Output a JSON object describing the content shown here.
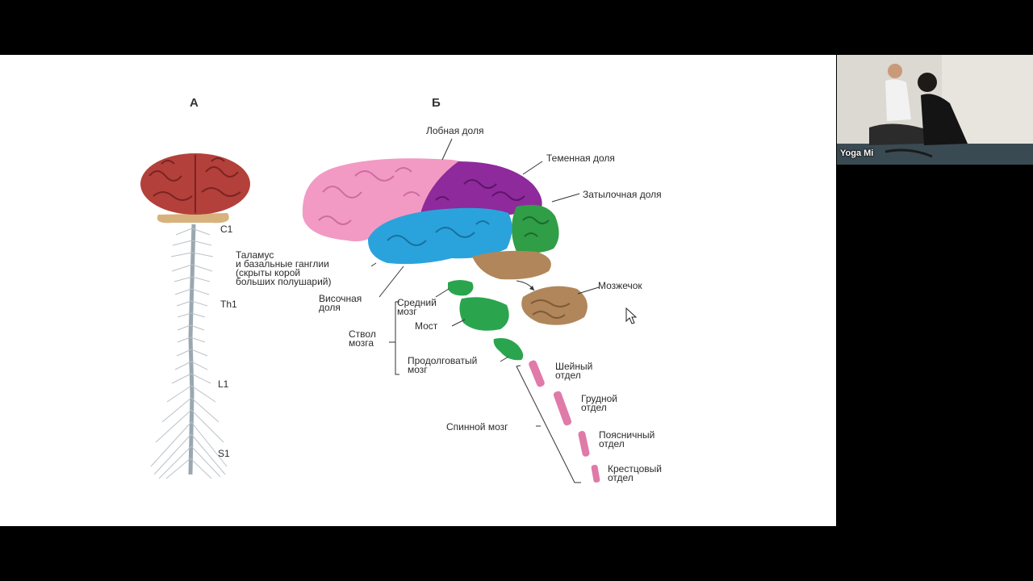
{
  "slide": {
    "panel_a_label": "А",
    "panel_b_label": "Б",
    "spine_levels": [
      "C1",
      "Th1",
      "L1",
      "S1"
    ],
    "labels": {
      "frontal": "Лобная доля",
      "parietal": "Теменная доля",
      "occipital": "Затылочная доля",
      "thalamus": [
        "Таламус",
        "и базальные ганглии",
        "(скрыты корой",
        "больших полушарий)"
      ],
      "temporal": [
        "Височная",
        "доля"
      ],
      "cerebellum": "Мозжечок",
      "midbrain": [
        "Средний",
        "мозг"
      ],
      "pons": "Мост",
      "brainstem": [
        "Ствол",
        "мозга"
      ],
      "medulla": [
        "Продолговатый",
        "мозг"
      ],
      "cervical": [
        "Шейный",
        "отдел"
      ],
      "thoracic": [
        "Грудной",
        "отдел"
      ],
      "lumbar": [
        "Поясничный",
        "отдел"
      ],
      "sacral": [
        "Крестцовый",
        "отдел"
      ],
      "spinal_cord": "Спинной мозг"
    },
    "colors": {
      "frontal": "#f29ac4",
      "parietal": "#8e2a9c",
      "occipital": "#2f9e46",
      "temporal": "#2aa3dc",
      "cerebellum": "#b0865a",
      "brainstem": "#2aa54e",
      "spinal": "#e07aa8",
      "brain_a": "#b3403a"
    }
  },
  "video": {
    "participant_name": "Yoga Mi"
  }
}
